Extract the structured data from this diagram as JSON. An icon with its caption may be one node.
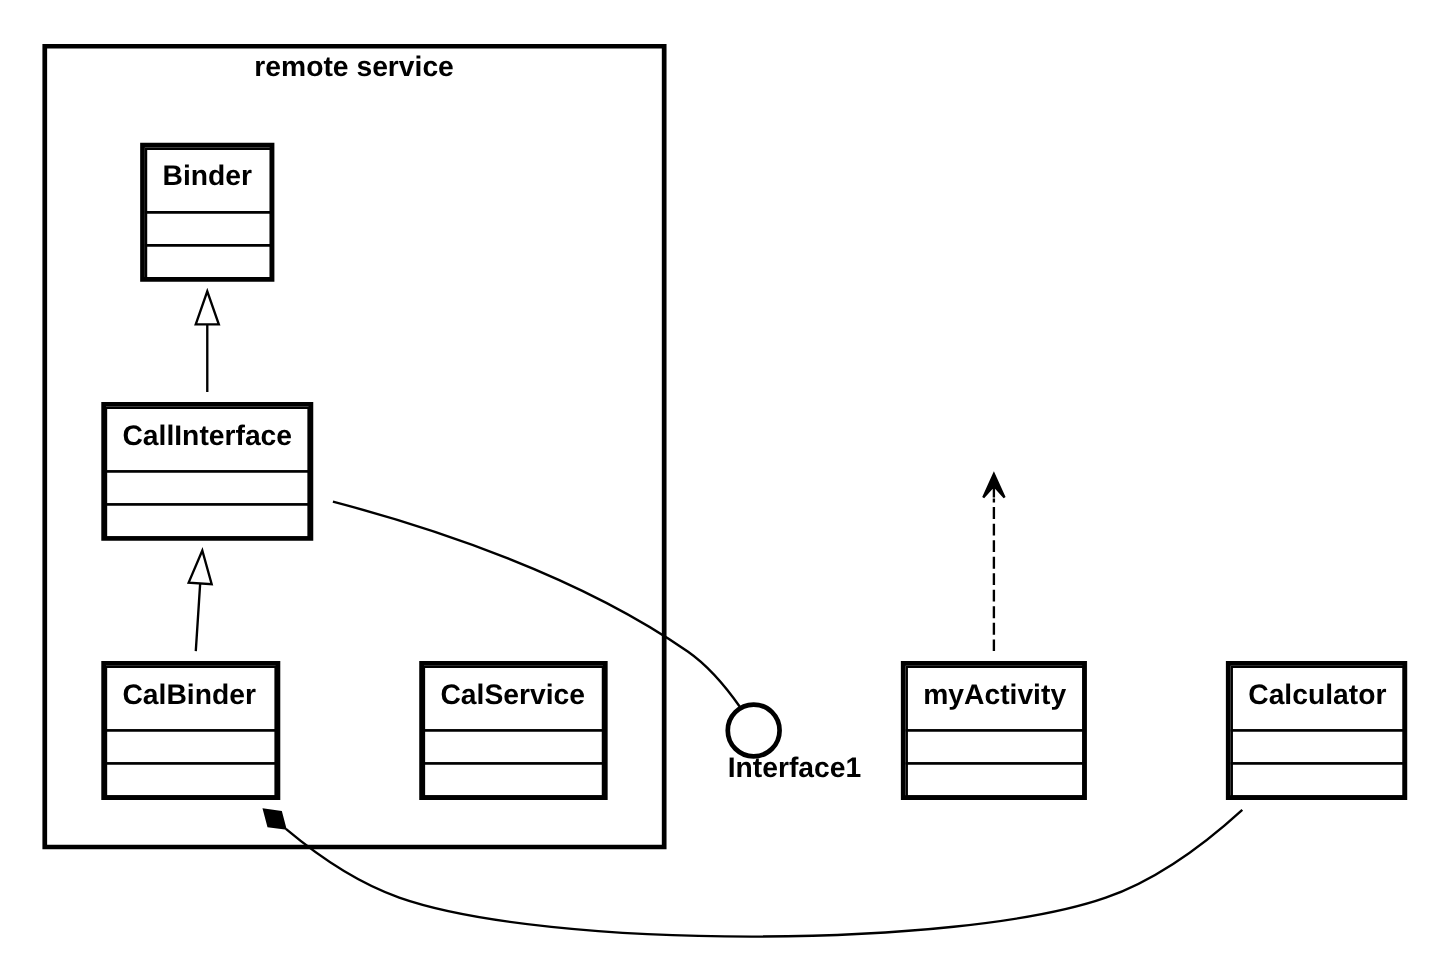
{
  "diagram": {
    "nodes": [
      {
        "text": [
          "remote service"
        ]
      },
      {
        "text": [
          "Binder"
        ],
        "in": 0
      },
      {
        "text": [
          "CalService"
        ],
        "in": 0
      },
      {
        "text": [
          "CallInterface"
        ],
        "in": 0
      },
      {
        "text": [
          "CalBinder"
        ],
        "in": 0
      },
      {
        "text": [
          "myActivity"
        ]
      },
      {
        "text": [],
        "shape": "circle",
        "beside": [
          "Interface1"
        ]
      },
      {
        "text": [
          "Calculator"
        ]
      }
    ],
    "edges": [
      {
        "from": 3,
        "to": 1,
        "arrow": "to"
      },
      {
        "from": 4,
        "to": 3,
        "arrow": "to"
      },
      {
        "from": 6,
        "to": 3,
        "arrow": "none"
      },
      {
        "from": 7,
        "to": 4,
        "arrow": "other"
      },
      {
        "from": 5,
        "to": null,
        "arrow": "to",
        "style": "dashed"
      }
    ]
  }
}
